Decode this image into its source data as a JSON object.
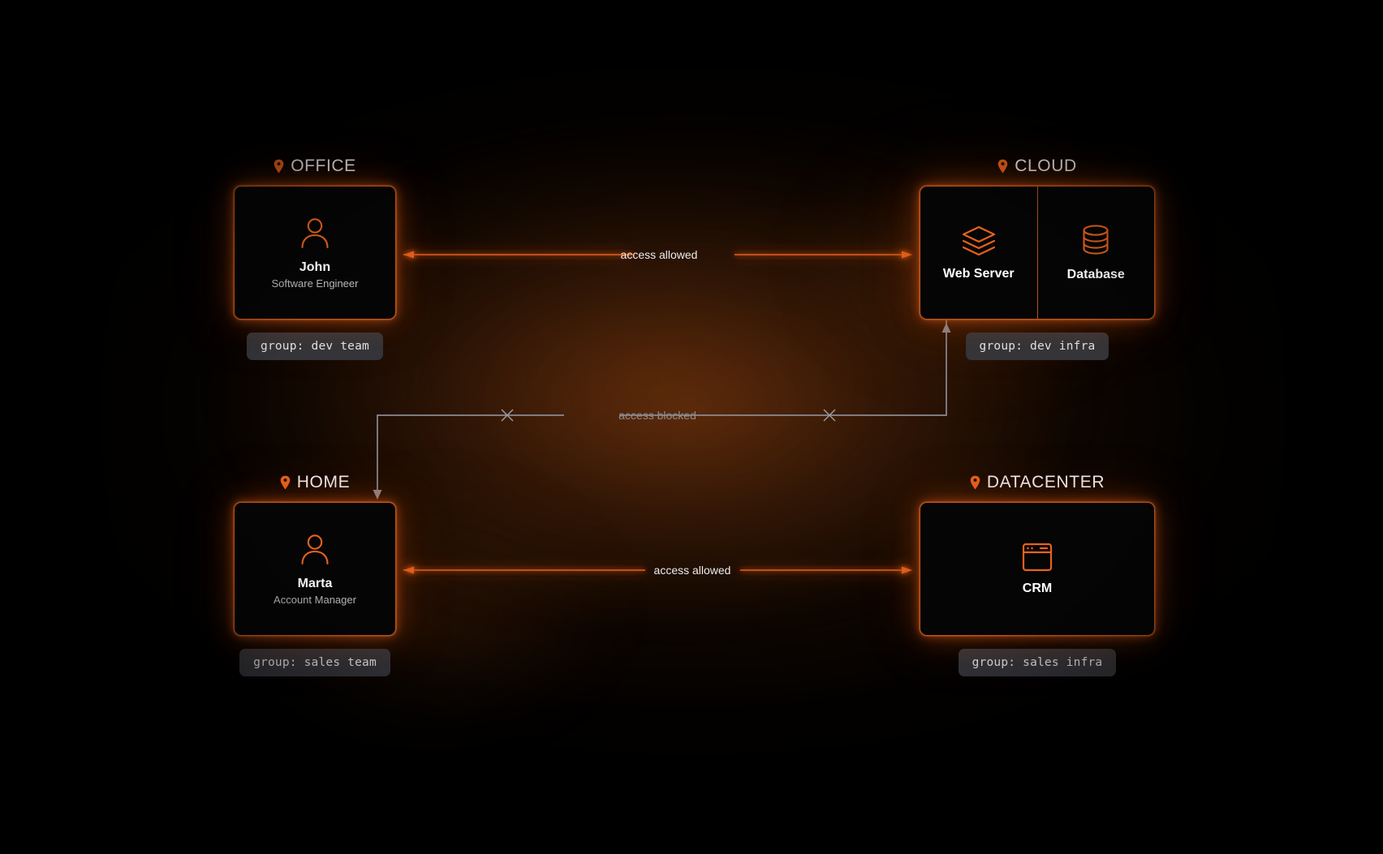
{
  "theme": {
    "accent": "#e8621c",
    "accent_line": "#d2561c",
    "blocked_line": "#8a8a90",
    "card_bg": "#050505",
    "badge_bg": "#32353b",
    "page_bg": "#000000",
    "text_primary": "#ffffff",
    "text_secondary": "#b9b9b9"
  },
  "locations": [
    {
      "id": "office",
      "title": "OFFICE",
      "pin_icon": "map-pin-icon",
      "badge": "group: dev team",
      "nodes": [
        {
          "id": "john",
          "name": "John",
          "role": "Software Engineer",
          "icon": "user-icon"
        }
      ]
    },
    {
      "id": "cloud",
      "title": "CLOUD",
      "pin_icon": "map-pin-icon",
      "badge": "group: dev infra",
      "nodes": [
        {
          "id": "web-server",
          "name": "Web Server",
          "icon": "layers-icon"
        },
        {
          "id": "database",
          "name": "Database",
          "icon": "database-icon"
        }
      ]
    },
    {
      "id": "home",
      "title": "HOME",
      "pin_icon": "map-pin-icon",
      "badge": "group: sales team",
      "nodes": [
        {
          "id": "marta",
          "name": "Marta",
          "role": "Account Manager",
          "icon": "user-icon"
        }
      ]
    },
    {
      "id": "datacenter",
      "title": "DATACENTER",
      "pin_icon": "map-pin-icon",
      "badge": "group: sales infra",
      "nodes": [
        {
          "id": "crm",
          "name": "CRM",
          "icon": "browser-window-icon"
        }
      ]
    }
  ],
  "connections": [
    {
      "id": "office-to-cloud",
      "label": "access allowed",
      "state": "allowed",
      "from": "office",
      "to": "cloud"
    },
    {
      "id": "cloud-to-home",
      "label": "access blocked",
      "state": "blocked",
      "from": "cloud",
      "to": "home"
    },
    {
      "id": "home-to-datacenter",
      "label": "access allowed",
      "state": "allowed",
      "from": "home",
      "to": "datacenter"
    }
  ]
}
